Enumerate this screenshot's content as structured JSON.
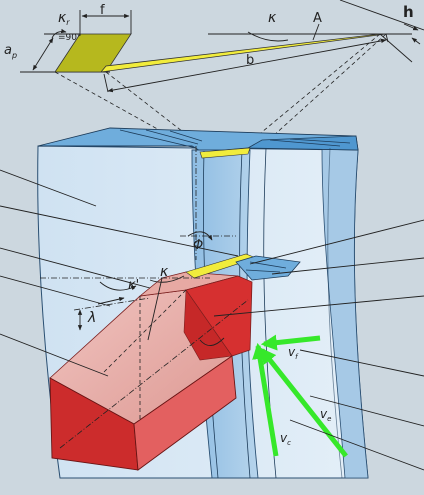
{
  "labels": {
    "f": "f",
    "kappa_r": "κ",
    "kappa_r_sub": "r",
    "angle_90": "=90°",
    "a": "a",
    "a_sub": "p",
    "kappa_top": "κ",
    "A": "A",
    "h": "h",
    "b": "b",
    "phi": "Φ",
    "kappa_mid": "κ",
    "kappa_prime": "κ'",
    "lambda": "λ",
    "vf": "v",
    "vf_sub": "f",
    "vc": "v",
    "vc_sub": "c",
    "ve": "v",
    "ve_sub": "e"
  },
  "colors": {
    "background": "#ccd7df",
    "workpiece_light": "#d4e5f2",
    "workpiece_mid": "#a9cbe6",
    "workpiece_dark": "#6aa8d8",
    "chip_yellow": "#f1ec3c",
    "shear_olive": "#b6b81e",
    "tool_red": "#d43030",
    "tool_pink": "#e8a6a0",
    "arrow_green": "#36e82a"
  }
}
